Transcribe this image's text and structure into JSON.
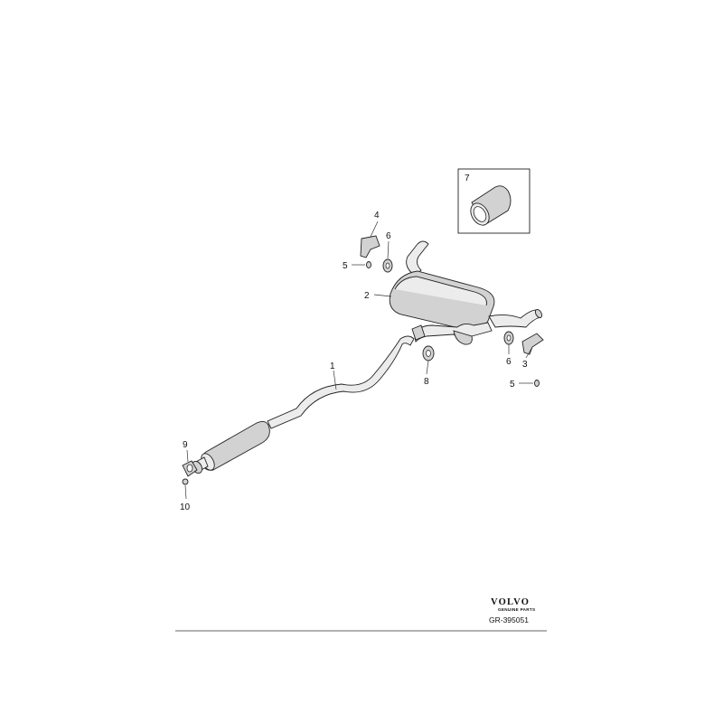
{
  "callouts": [
    {
      "id": "1",
      "label": "1"
    },
    {
      "id": "2",
      "label": "2"
    },
    {
      "id": "3",
      "label": "3"
    },
    {
      "id": "4",
      "label": "4"
    },
    {
      "id": "5a",
      "label": "5"
    },
    {
      "id": "5b",
      "label": "5"
    },
    {
      "id": "6a",
      "label": "6"
    },
    {
      "id": "6b",
      "label": "6"
    },
    {
      "id": "7",
      "label": "7"
    },
    {
      "id": "8",
      "label": "8"
    },
    {
      "id": "9",
      "label": "9"
    },
    {
      "id": "10",
      "label": "10"
    }
  ],
  "branding": {
    "brand": "VOLVO",
    "subtitle": "GENUINE PARTS",
    "drawing_code": "GR-395051"
  }
}
